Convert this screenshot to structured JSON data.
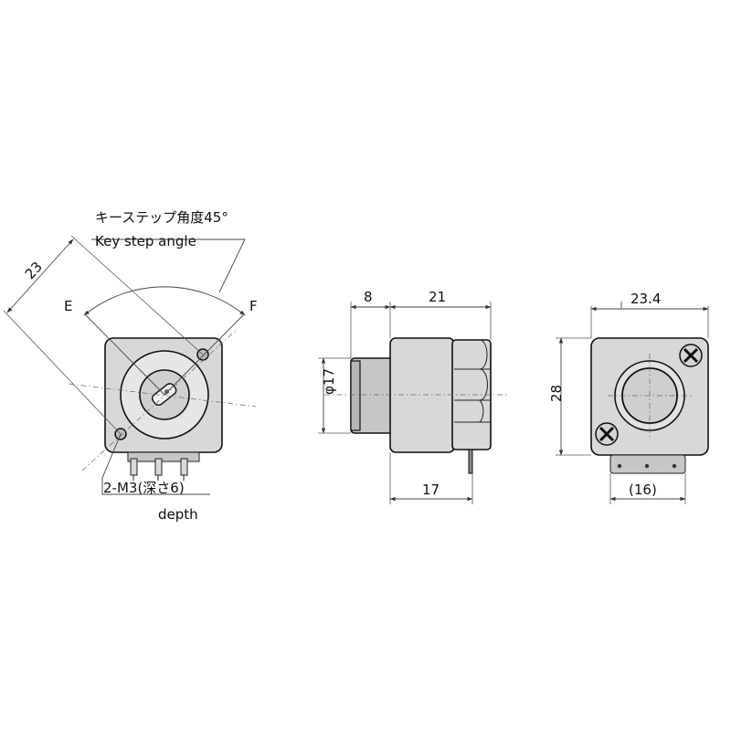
{
  "front_view": {
    "key_step_angle_jp": "キーステップ角度45°",
    "key_step_angle_en": "Key step angle",
    "dim_diagonal": "23",
    "position_e": "E",
    "position_f": "F",
    "tap_hole_note": "2-M3(深さ6)",
    "tap_hole_note_en": "depth"
  },
  "side_view": {
    "dim_front_length": "8",
    "dim_body_length": "21",
    "dim_diameter": "φ17",
    "dim_bottom_length": "17"
  },
  "back_view": {
    "dim_width": "23.4",
    "dim_height": "28",
    "dim_terminal_span": "(16)"
  }
}
